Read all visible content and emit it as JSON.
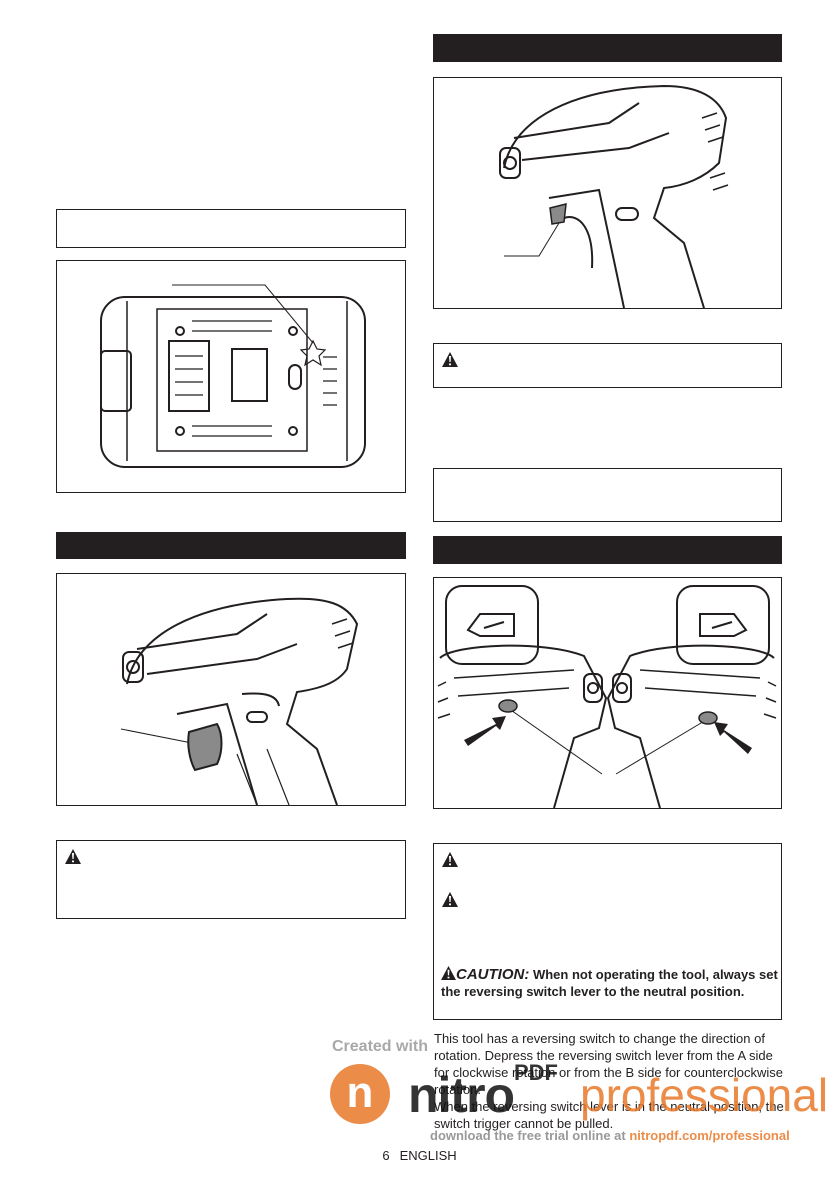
{
  "warning_icon": "warning-triangle-icon",
  "caution": {
    "label": "CAUTION:",
    "text": "When not operating the tool, always set the reversing switch lever to the neutral position."
  },
  "reversing_switch": {
    "paragraphs": [
      "This tool has a reversing switch to change the direction of rotation. Depress the reversing switch lever from the A side for clockwise rotation or from the B side for counterclockwise rotation.",
      "When the reversing switch lever is in the neutral position, the switch trigger cannot be pulled."
    ]
  },
  "watermark": {
    "created_with": "Created with",
    "logo_letter": "n",
    "brand": "nitro",
    "brand_suffix": "PDF",
    "edition": "professional",
    "download_prefix": "download the free trial online at ",
    "download_url": "nitropdf.com/professional"
  },
  "footer": {
    "page_number": "6",
    "language": "ENGLISH"
  },
  "colors": {
    "ink": "#231f20",
    "nitro_orange": "#e8782a"
  }
}
